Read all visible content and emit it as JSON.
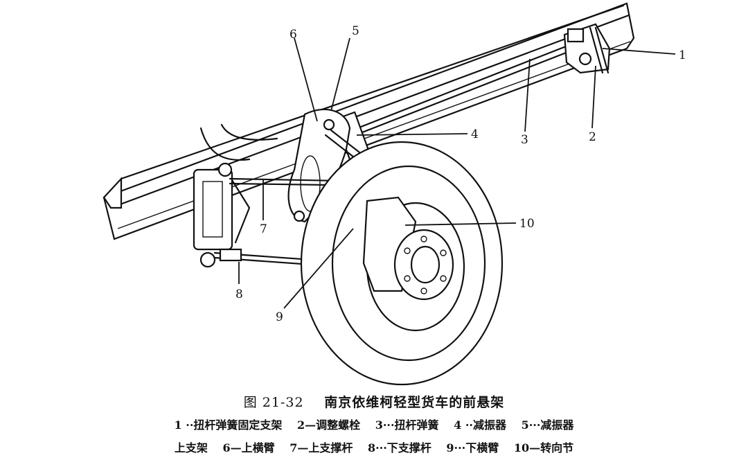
{
  "figure": {
    "callouts": [
      {
        "id": "1",
        "text": "1"
      },
      {
        "id": "2",
        "text": "2"
      },
      {
        "id": "3",
        "text": "3"
      },
      {
        "id": "4",
        "text": "4"
      },
      {
        "id": "5",
        "text": "5"
      },
      {
        "id": "6",
        "text": "6"
      },
      {
        "id": "7",
        "text": "7"
      },
      {
        "id": "8",
        "text": "8"
      },
      {
        "id": "9",
        "text": "9"
      },
      {
        "id": "10",
        "text": "10"
      }
    ]
  },
  "caption": {
    "figure_number": "图 21-32",
    "title": "南京依维柯轻型货车的前悬架",
    "legend_line1": [
      "1 ··扭杆弹簧固定支架",
      "2—调整螺栓",
      "3···扭杆弹簧",
      "4 ··减振器",
      "5···减振器"
    ],
    "legend_line2": [
      "上支架",
      "6—上横臂",
      "7—上支撑杆",
      "8···下支撑杆",
      "9···下横臂",
      "10—转向节"
    ]
  }
}
